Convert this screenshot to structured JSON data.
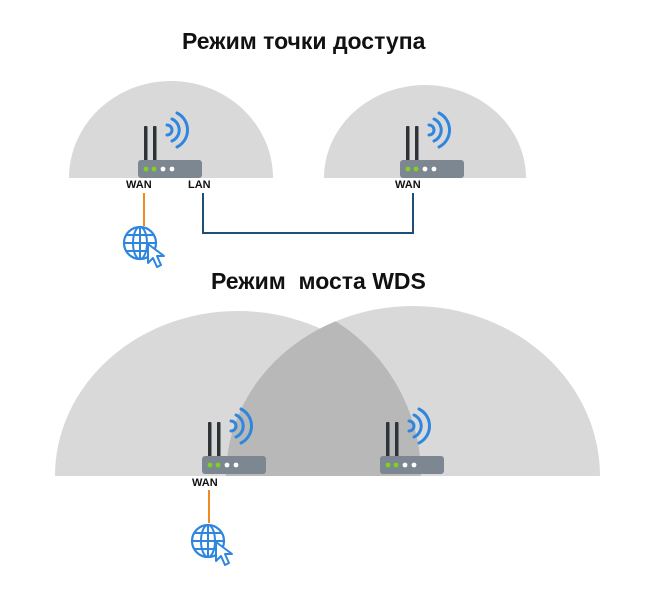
{
  "titles": {
    "access_point_mode": "Режим точки доступа",
    "wds_bridge_mode": "Режим  моста WDS"
  },
  "ports": {
    "wan": "WAN",
    "lan": "LAN"
  },
  "icons": {
    "router": "router-icon",
    "wifi": "wifi-signal-icon",
    "internet": "globe-cursor-icon"
  },
  "colors": {
    "coverage": "#d9d9d9",
    "coverage_overlap": "#b8b8b8",
    "router_body": "#7d8791",
    "wifi": "#2e86de",
    "wan_cable": "#f08a24",
    "lan_cable": "#1f4e79",
    "led_green": "#7ed321",
    "led_white": "#ffffff",
    "globe": "#2e86de"
  }
}
